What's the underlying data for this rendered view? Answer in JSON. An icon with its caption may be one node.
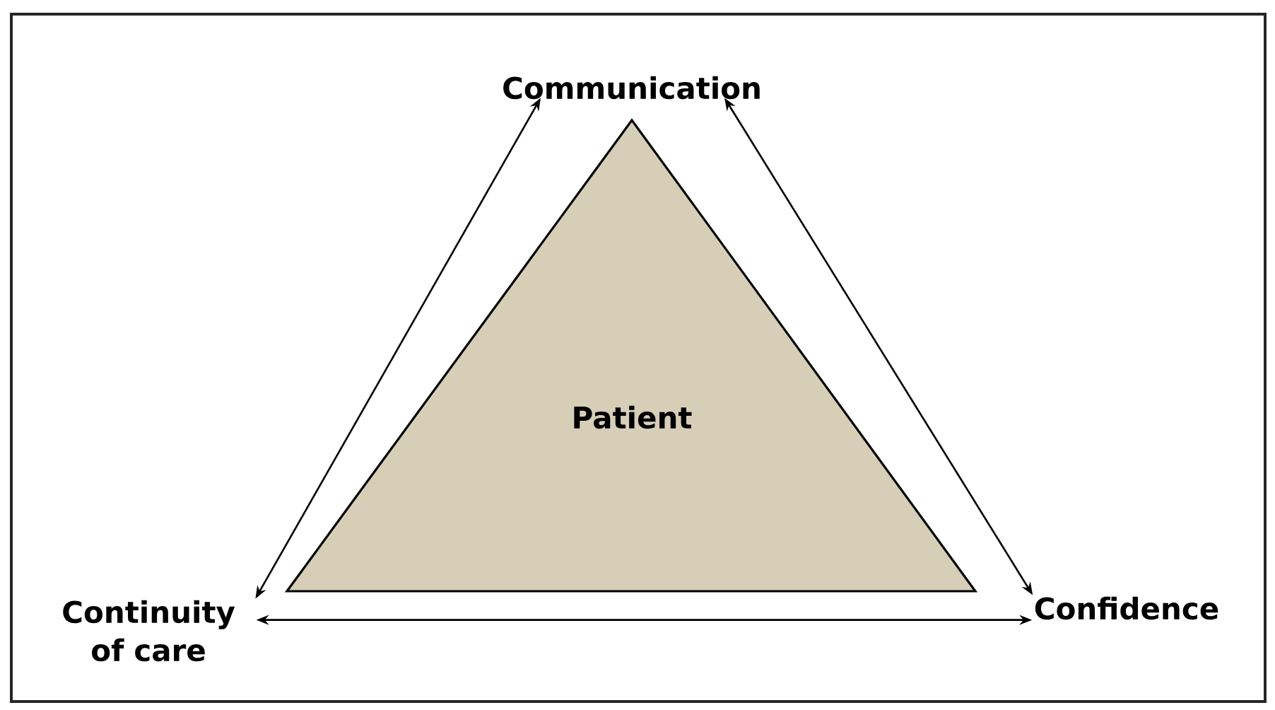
{
  "diagram": {
    "nodes": [
      {
        "text": [
          "Communication"
        ]
      },
      {
        "text": [
          "Continuity of care"
        ]
      },
      {
        "text": [
          "Confidence"
        ]
      },
      {
        "text": [
          "Patient"
        ]
      }
    ],
    "edges": [
      {
        "from": 0,
        "to": 1,
        "arrow": "both"
      },
      {
        "from": 0,
        "to": 2,
        "arrow": "both"
      },
      {
        "from": 1,
        "to": 2,
        "arrow": "both"
      }
    ]
  }
}
